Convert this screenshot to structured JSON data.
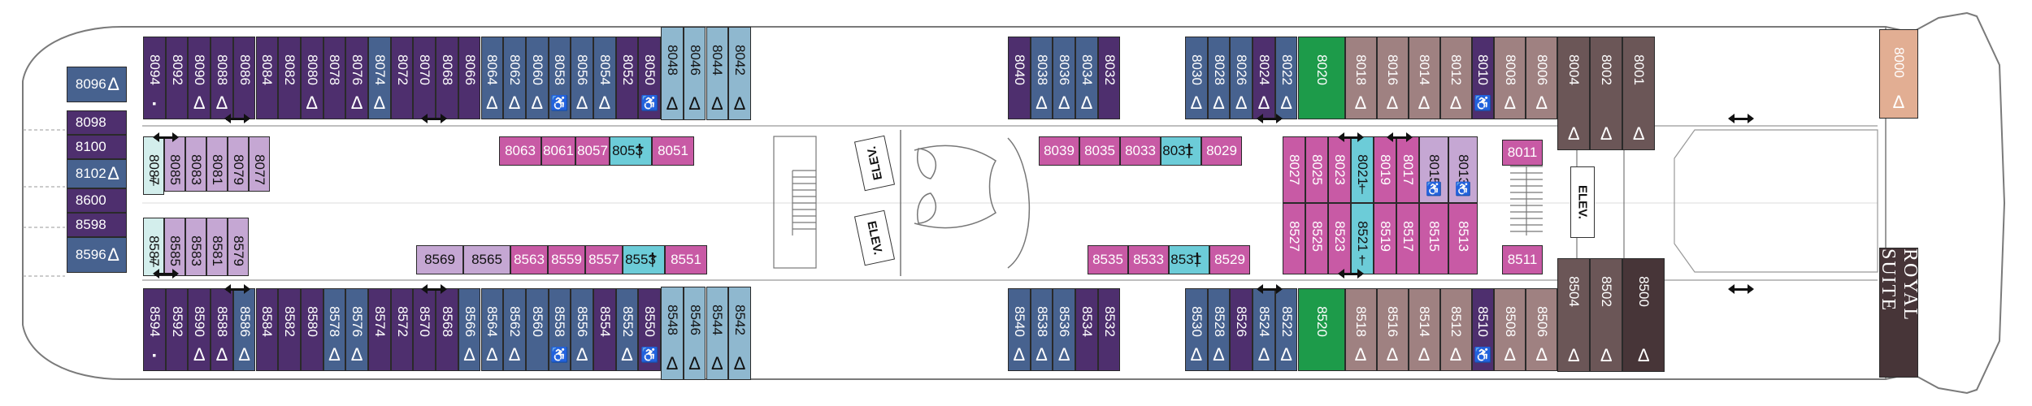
{
  "colors": {
    "deep_purple": "#4e2f6e",
    "slate_blue": "#47628f",
    "light_blue": "#8fb8cf",
    "green": "#1d9b4a",
    "mauve": "#9f8181",
    "dark_mauve": "#6b5657",
    "peach": "#e2ae93",
    "very_dark": "#473538",
    "magenta": "#c85aa5",
    "lavender": "#c5a7d3",
    "aqua": "#6cccd8",
    "pale_aqua": "#d3eeec"
  },
  "labels": {
    "elevator": "ELEV.",
    "royal_suite": "ROYAL SUITE"
  },
  "cabins": [
    {
      "n": "8094",
      "c": "deep_purple",
      "s": "tv"
    },
    {
      "n": "8092",
      "c": "deep_purple",
      "s": ""
    },
    {
      "n": "8090",
      "c": "deep_purple",
      "s": "Δ"
    },
    {
      "n": "8088",
      "c": "deep_purple",
      "s": "Δ"
    },
    {
      "n": "8086",
      "c": "deep_purple",
      "s": ""
    },
    {
      "n": "8084",
      "c": "deep_purple",
      "s": ""
    },
    {
      "n": "8082",
      "c": "deep_purple",
      "s": ""
    },
    {
      "n": "8080",
      "c": "deep_purple",
      "s": "Δ"
    },
    {
      "n": "8078",
      "c": "deep_purple",
      "s": ""
    },
    {
      "n": "8076",
      "c": "deep_purple",
      "s": "Δ"
    },
    {
      "n": "8074",
      "c": "slate_blue",
      "s": "Δ"
    },
    {
      "n": "8072",
      "c": "deep_purple",
      "s": ""
    },
    {
      "n": "8070",
      "c": "deep_purple",
      "s": ""
    },
    {
      "n": "8068",
      "c": "deep_purple",
      "s": ""
    },
    {
      "n": "8066",
      "c": "deep_purple",
      "s": ""
    },
    {
      "n": "8064",
      "c": "slate_blue",
      "s": "Δ"
    },
    {
      "n": "8062",
      "c": "slate_blue",
      "s": "Δ"
    },
    {
      "n": "8060",
      "c": "slate_blue",
      "s": "Δ"
    },
    {
      "n": "8058",
      "c": "slate_blue",
      "s": "♿"
    },
    {
      "n": "8056",
      "c": "slate_blue",
      "s": "Δ"
    },
    {
      "n": "8054",
      "c": "slate_blue",
      "s": "Δ"
    },
    {
      "n": "8052",
      "c": "deep_purple",
      "s": ""
    },
    {
      "n": "8050",
      "c": "deep_purple",
      "s": "♿"
    },
    {
      "n": "8048",
      "c": "light_blue",
      "s": "Δ"
    },
    {
      "n": "8046",
      "c": "light_blue",
      "s": "Δ"
    },
    {
      "n": "8044",
      "c": "light_blue",
      "s": "Δ"
    },
    {
      "n": "8042",
      "c": "light_blue",
      "s": "Δ"
    },
    {
      "n": "8040",
      "c": "deep_purple",
      "s": ""
    },
    {
      "n": "8038",
      "c": "slate_blue",
      "s": "Δ"
    },
    {
      "n": "8036",
      "c": "slate_blue",
      "s": "Δ"
    },
    {
      "n": "8034",
      "c": "slate_blue",
      "s": "Δ"
    },
    {
      "n": "8032",
      "c": "deep_purple",
      "s": ""
    },
    {
      "n": "8030",
      "c": "slate_blue",
      "s": "Δ"
    },
    {
      "n": "8028",
      "c": "slate_blue",
      "s": "Δ"
    },
    {
      "n": "8026",
      "c": "slate_blue",
      "s": "Δ"
    },
    {
      "n": "8024",
      "c": "deep_purple",
      "s": "Δ"
    },
    {
      "n": "8022",
      "c": "slate_blue",
      "s": "Δ"
    },
    {
      "n": "8020",
      "c": "green",
      "s": ""
    },
    {
      "n": "8018",
      "c": "mauve",
      "s": "Δ"
    },
    {
      "n": "8016",
      "c": "mauve",
      "s": "Δ"
    },
    {
      "n": "8014",
      "c": "mauve",
      "s": "Δ"
    },
    {
      "n": "8012",
      "c": "mauve",
      "s": "Δ"
    },
    {
      "n": "8010",
      "c": "deep_purple",
      "s": "♿"
    },
    {
      "n": "8008",
      "c": "mauve",
      "s": "Δ"
    },
    {
      "n": "8006",
      "c": "mauve",
      "s": "Δ"
    },
    {
      "n": "8004",
      "c": "dark_mauve",
      "s": "Δ"
    },
    {
      "n": "8002",
      "c": "dark_mauve",
      "s": "Δ"
    },
    {
      "n": "8001",
      "c": "dark_mauve",
      "s": "Δ"
    },
    {
      "n": "8000",
      "c": "peach",
      "s": "Δ"
    },
    {
      "n": "8594",
      "c": "deep_purple",
      "s": "tv"
    },
    {
      "n": "8592",
      "c": "deep_purple",
      "s": ""
    },
    {
      "n": "8590",
      "c": "deep_purple",
      "s": "Δ"
    },
    {
      "n": "8588",
      "c": "deep_purple",
      "s": "Δ"
    },
    {
      "n": "8586",
      "c": "slate_blue",
      "s": "Δ"
    },
    {
      "n": "8584",
      "c": "deep_purple",
      "s": ""
    },
    {
      "n": "8582",
      "c": "deep_purple",
      "s": ""
    },
    {
      "n": "8580",
      "c": "deep_purple",
      "s": ""
    },
    {
      "n": "8578",
      "c": "slate_blue",
      "s": "Δ"
    },
    {
      "n": "8576",
      "c": "slate_blue",
      "s": "Δ"
    },
    {
      "n": "8574",
      "c": "deep_purple",
      "s": ""
    },
    {
      "n": "8572",
      "c": "deep_purple",
      "s": ""
    },
    {
      "n": "8570",
      "c": "deep_purple",
      "s": ""
    },
    {
      "n": "8568",
      "c": "deep_purple",
      "s": ""
    },
    {
      "n": "8566",
      "c": "slate_blue",
      "s": "Δ"
    },
    {
      "n": "8564",
      "c": "slate_blue",
      "s": "Δ"
    },
    {
      "n": "8562",
      "c": "slate_blue",
      "s": "Δ"
    },
    {
      "n": "8560",
      "c": "slate_blue",
      "s": ""
    },
    {
      "n": "8558",
      "c": "slate_blue",
      "s": "♿"
    },
    {
      "n": "8556",
      "c": "slate_blue",
      "s": "Δ"
    },
    {
      "n": "8554",
      "c": "deep_purple",
      "s": ""
    },
    {
      "n": "8552",
      "c": "slate_blue",
      "s": "Δ"
    },
    {
      "n": "8550",
      "c": "deep_purple",
      "s": "♿"
    },
    {
      "n": "8548",
      "c": "light_blue",
      "s": "Δ"
    },
    {
      "n": "8546",
      "c": "light_blue",
      "s": "Δ"
    },
    {
      "n": "8544",
      "c": "light_blue",
      "s": "Δ"
    },
    {
      "n": "8542",
      "c": "light_blue",
      "s": "Δ"
    },
    {
      "n": "8540",
      "c": "slate_blue",
      "s": "Δ"
    },
    {
      "n": "8538",
      "c": "slate_blue",
      "s": "Δ"
    },
    {
      "n": "8536",
      "c": "slate_blue",
      "s": "Δ"
    },
    {
      "n": "8534",
      "c": "deep_purple",
      "s": ""
    },
    {
      "n": "8532",
      "c": "deep_purple",
      "s": ""
    },
    {
      "n": "8530",
      "c": "slate_blue",
      "s": "Δ"
    },
    {
      "n": "8528",
      "c": "slate_blue",
      "s": "Δ"
    },
    {
      "n": "8526",
      "c": "deep_purple",
      "s": ""
    },
    {
      "n": "8524",
      "c": "slate_blue",
      "s": "Δ"
    },
    {
      "n": "8522",
      "c": "slate_blue",
      "s": "Δ"
    },
    {
      "n": "8520",
      "c": "green",
      "s": ""
    },
    {
      "n": "8518",
      "c": "mauve",
      "s": "Δ"
    },
    {
      "n": "8516",
      "c": "mauve",
      "s": "Δ"
    },
    {
      "n": "8514",
      "c": "mauve",
      "s": "Δ"
    },
    {
      "n": "8512",
      "c": "mauve",
      "s": "Δ"
    },
    {
      "n": "8510",
      "c": "deep_purple",
      "s": "♿"
    },
    {
      "n": "8508",
      "c": "mauve",
      "s": "Δ"
    },
    {
      "n": "8506",
      "c": "mauve",
      "s": "Δ"
    },
    {
      "n": "8504",
      "c": "dark_mauve",
      "s": "Δ"
    },
    {
      "n": "8502",
      "c": "dark_mauve",
      "s": "Δ"
    },
    {
      "n": "8500",
      "c": "very_dark",
      "s": "Δ"
    },
    {
      "n": "8096",
      "c": "slate_blue",
      "s": "Δ"
    },
    {
      "n": "8098",
      "c": "deep_purple",
      "s": ""
    },
    {
      "n": "8100",
      "c": "deep_purple",
      "s": ""
    },
    {
      "n": "8102",
      "c": "slate_blue",
      "s": "Δ"
    },
    {
      "n": "8600",
      "c": "deep_purple",
      "s": ""
    },
    {
      "n": "8598",
      "c": "deep_purple",
      "s": ""
    },
    {
      "n": "8596",
      "c": "slate_blue",
      "s": "Δ"
    },
    {
      "n": "8087",
      "c": "pale_aqua",
      "s": "†"
    },
    {
      "n": "8085",
      "c": "lavender",
      "s": ""
    },
    {
      "n": "8083",
      "c": "lavender",
      "s": ""
    },
    {
      "n": "8081",
      "c": "lavender",
      "s": ""
    },
    {
      "n": "8079",
      "c": "lavender",
      "s": ""
    },
    {
      "n": "8077",
      "c": "lavender",
      "s": ""
    },
    {
      "n": "8587",
      "c": "pale_aqua",
      "s": "†"
    },
    {
      "n": "8585",
      "c": "lavender",
      "s": ""
    },
    {
      "n": "8583",
      "c": "lavender",
      "s": ""
    },
    {
      "n": "8581",
      "c": "lavender",
      "s": ""
    },
    {
      "n": "8579",
      "c": "lavender",
      "s": ""
    },
    {
      "n": "8063",
      "c": "magenta",
      "s": ""
    },
    {
      "n": "8061",
      "c": "magenta",
      "s": ""
    },
    {
      "n": "8057",
      "c": "magenta",
      "s": ""
    },
    {
      "n": "8053",
      "c": "aqua",
      "s": "†"
    },
    {
      "n": "8051",
      "c": "magenta",
      "s": ""
    },
    {
      "n": "8569",
      "c": "lavender",
      "s": ""
    },
    {
      "n": "8565",
      "c": "lavender",
      "s": ""
    },
    {
      "n": "8563",
      "c": "magenta",
      "s": ""
    },
    {
      "n": "8559",
      "c": "magenta",
      "s": ""
    },
    {
      "n": "8557",
      "c": "magenta",
      "s": ""
    },
    {
      "n": "8553",
      "c": "aqua",
      "s": "†"
    },
    {
      "n": "8551",
      "c": "magenta",
      "s": ""
    },
    {
      "n": "8039",
      "c": "magenta",
      "s": ""
    },
    {
      "n": "8035",
      "c": "magenta",
      "s": ""
    },
    {
      "n": "8033",
      "c": "magenta",
      "s": ""
    },
    {
      "n": "8031",
      "c": "aqua",
      "s": "†"
    },
    {
      "n": "8029",
      "c": "magenta",
      "s": ""
    },
    {
      "n": "8535",
      "c": "magenta",
      "s": ""
    },
    {
      "n": "8533",
      "c": "magenta",
      "s": ""
    },
    {
      "n": "8531",
      "c": "aqua",
      "s": "†"
    },
    {
      "n": "8529",
      "c": "magenta",
      "s": ""
    },
    {
      "n": "8027",
      "c": "magenta",
      "s": ""
    },
    {
      "n": "8025",
      "c": "magenta",
      "s": ""
    },
    {
      "n": "8023",
      "c": "magenta",
      "s": ""
    },
    {
      "n": "8021",
      "c": "aqua",
      "s": "†"
    },
    {
      "n": "8019",
      "c": "magenta",
      "s": ""
    },
    {
      "n": "8017",
      "c": "magenta",
      "s": ""
    },
    {
      "n": "8015",
      "c": "lavender",
      "s": "♿"
    },
    {
      "n": "8013",
      "c": "lavender",
      "s": "♿"
    },
    {
      "n": "8011",
      "c": "magenta",
      "s": ""
    },
    {
      "n": "8527",
      "c": "magenta",
      "s": ""
    },
    {
      "n": "8525",
      "c": "magenta",
      "s": ""
    },
    {
      "n": "8523",
      "c": "magenta",
      "s": ""
    },
    {
      "n": "8521",
      "c": "aqua",
      "s": "†"
    },
    {
      "n": "8519",
      "c": "magenta",
      "s": ""
    },
    {
      "n": "8517",
      "c": "magenta",
      "s": ""
    },
    {
      "n": "8515",
      "c": "magenta",
      "s": ""
    },
    {
      "n": "8513",
      "c": "magenta",
      "s": ""
    },
    {
      "n": "8511",
      "c": "magenta",
      "s": ""
    }
  ]
}
